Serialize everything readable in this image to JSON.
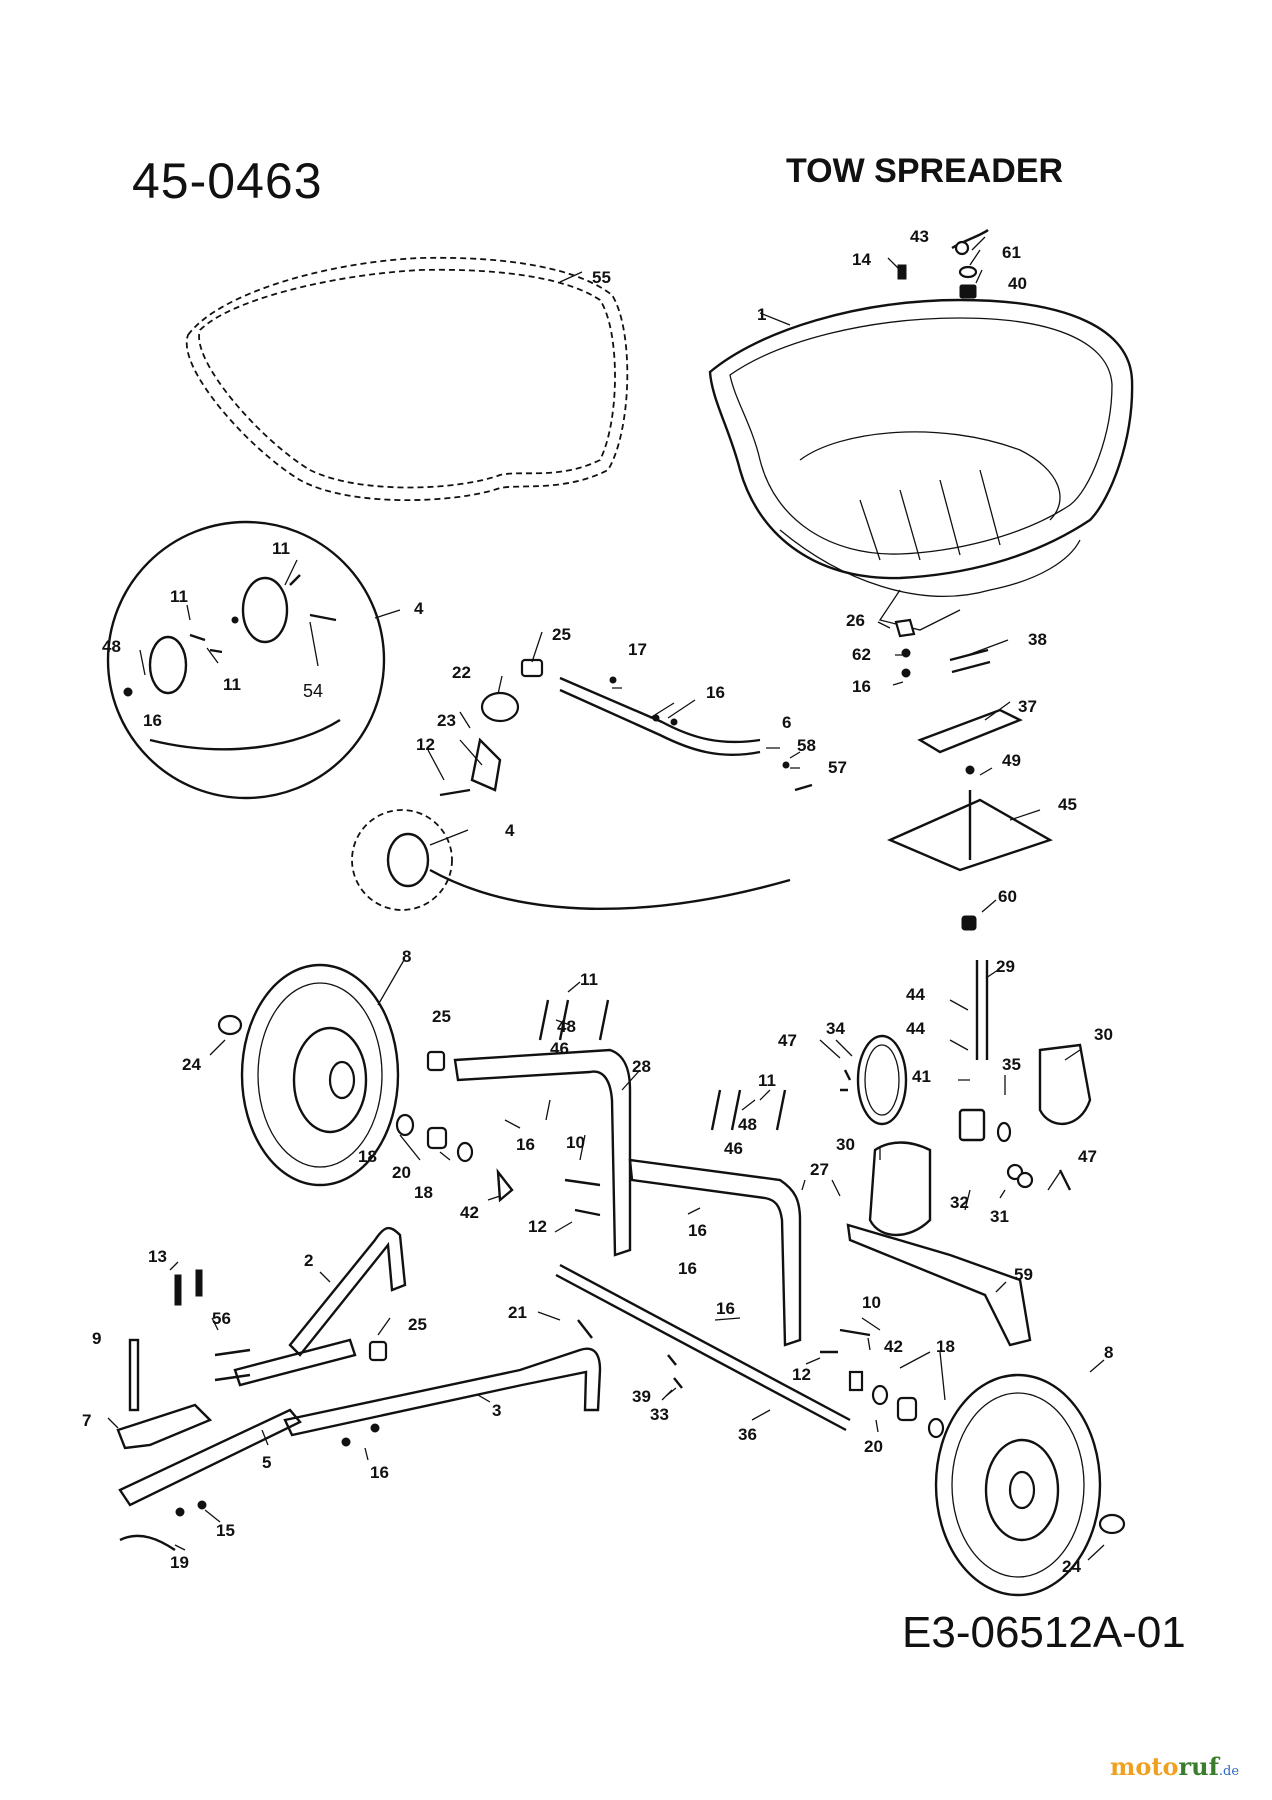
{
  "header": {
    "model_number": "45-0463",
    "title": "TOW SPREADER"
  },
  "footer": {
    "diagram_code": "E3-06512A-01"
  },
  "watermark": {
    "part1": "moto",
    "part2": "ruf",
    "suffix": ".de"
  },
  "labels": [
    {
      "id": "l43",
      "text": "43"
    },
    {
      "id": "l61",
      "text": "61"
    },
    {
      "id": "l14",
      "text": "14"
    },
    {
      "id": "l40",
      "text": "40"
    },
    {
      "id": "l55",
      "text": "55"
    },
    {
      "id": "l1",
      "text": "1"
    },
    {
      "id": "l4a",
      "text": "4"
    },
    {
      "id": "l11a",
      "text": "11"
    },
    {
      "id": "l11b",
      "text": "11"
    },
    {
      "id": "l11c",
      "text": "11"
    },
    {
      "id": "l48a",
      "text": "48"
    },
    {
      "id": "l16a",
      "text": "16"
    },
    {
      "id": "l54",
      "text": "54"
    },
    {
      "id": "l26",
      "text": "26"
    },
    {
      "id": "l38",
      "text": "38"
    },
    {
      "id": "l62",
      "text": "62"
    },
    {
      "id": "l16b",
      "text": "16"
    },
    {
      "id": "l25a",
      "text": "25"
    },
    {
      "id": "l17",
      "text": "17"
    },
    {
      "id": "l22",
      "text": "22"
    },
    {
      "id": "l16c",
      "text": "16"
    },
    {
      "id": "l23",
      "text": "23"
    },
    {
      "id": "l37",
      "text": "37"
    },
    {
      "id": "l12a",
      "text": "12"
    },
    {
      "id": "l6",
      "text": "6"
    },
    {
      "id": "l58",
      "text": "58"
    },
    {
      "id": "l57",
      "text": "57"
    },
    {
      "id": "l49",
      "text": "49"
    },
    {
      "id": "l45",
      "text": "45"
    },
    {
      "id": "l4b",
      "text": "4"
    },
    {
      "id": "l60",
      "text": "60"
    },
    {
      "id": "l8a",
      "text": "8"
    },
    {
      "id": "l29",
      "text": "29"
    },
    {
      "id": "l11d",
      "text": "11"
    },
    {
      "id": "l48b",
      "text": "48"
    },
    {
      "id": "l25b",
      "text": "25"
    },
    {
      "id": "l46a",
      "text": "46"
    },
    {
      "id": "l44a",
      "text": "44"
    },
    {
      "id": "l44b",
      "text": "44"
    },
    {
      "id": "l34",
      "text": "34"
    },
    {
      "id": "l30a",
      "text": "30"
    },
    {
      "id": "l24a",
      "text": "24"
    },
    {
      "id": "l28",
      "text": "28"
    },
    {
      "id": "l47a",
      "text": "47"
    },
    {
      "id": "l41",
      "text": "41"
    },
    {
      "id": "l35",
      "text": "35"
    },
    {
      "id": "l11e",
      "text": "11"
    },
    {
      "id": "l16d",
      "text": "16"
    },
    {
      "id": "l48c",
      "text": "48"
    },
    {
      "id": "l18a",
      "text": "18"
    },
    {
      "id": "l20a",
      "text": "20"
    },
    {
      "id": "l46b",
      "text": "46"
    },
    {
      "id": "l30b",
      "text": "30"
    },
    {
      "id": "l10a",
      "text": "10"
    },
    {
      "id": "l18b",
      "text": "18"
    },
    {
      "id": "l27",
      "text": "27"
    },
    {
      "id": "l47b",
      "text": "47"
    },
    {
      "id": "l42a",
      "text": "42"
    },
    {
      "id": "l32",
      "text": "32"
    },
    {
      "id": "l31",
      "text": "31"
    },
    {
      "id": "l12b",
      "text": "12"
    },
    {
      "id": "l16e",
      "text": "16"
    },
    {
      "id": "l16f",
      "text": "16"
    },
    {
      "id": "l13",
      "text": "13"
    },
    {
      "id": "l2",
      "text": "2"
    },
    {
      "id": "l59",
      "text": "59"
    },
    {
      "id": "l56",
      "text": "56"
    },
    {
      "id": "l16g",
      "text": "16"
    },
    {
      "id": "l10b",
      "text": "10"
    },
    {
      "id": "l25c",
      "text": "25"
    },
    {
      "id": "l21",
      "text": "21"
    },
    {
      "id": "l9",
      "text": "9"
    },
    {
      "id": "l42b",
      "text": "42"
    },
    {
      "id": "l18c",
      "text": "18"
    },
    {
      "id": "l8b",
      "text": "8"
    },
    {
      "id": "l12c",
      "text": "12"
    },
    {
      "id": "l39",
      "text": "39"
    },
    {
      "id": "l7",
      "text": "7"
    },
    {
      "id": "l3",
      "text": "3"
    },
    {
      "id": "l33",
      "text": "33"
    },
    {
      "id": "l36",
      "text": "36"
    },
    {
      "id": "l20b",
      "text": "20"
    },
    {
      "id": "l5",
      "text": "5"
    },
    {
      "id": "l16h",
      "text": "16"
    },
    {
      "id": "l15",
      "text": "15"
    },
    {
      "id": "l24b",
      "text": "24"
    },
    {
      "id": "l19",
      "text": "19"
    }
  ]
}
